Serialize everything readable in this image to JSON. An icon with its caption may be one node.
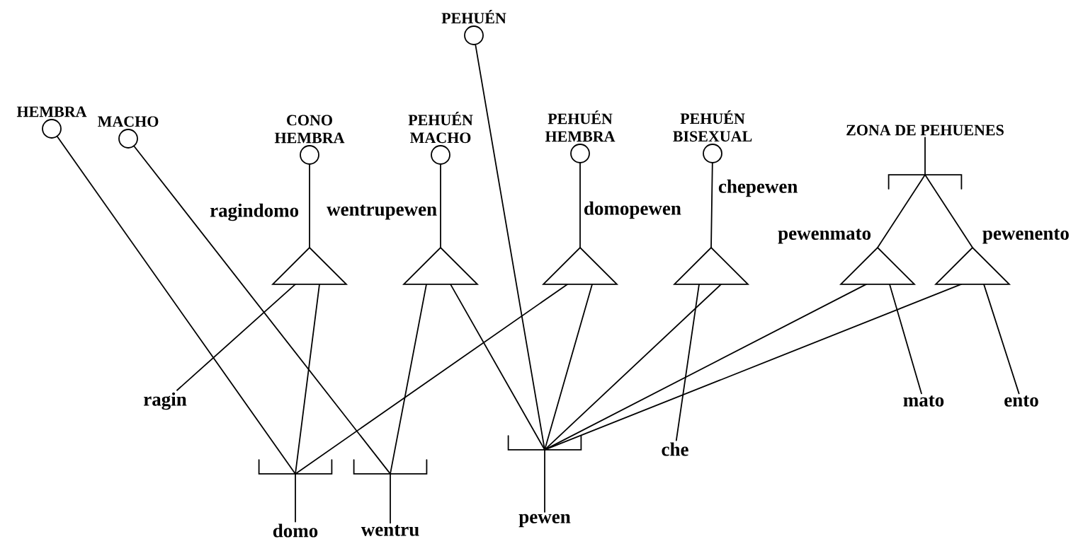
{
  "diagram": {
    "nodes": [
      {
        "text": [
          "PEHUÉN"
        ]
      },
      {
        "text": [
          "HEMBRA"
        ]
      },
      {
        "text": [
          "MACHO"
        ]
      },
      {
        "text": [
          "CONO HEMBRA"
        ]
      },
      {
        "text": [
          "PEHUÉN MACHO"
        ]
      },
      {
        "text": [
          "PEHUÉN HEMBRA"
        ]
      },
      {
        "text": [
          "PEHUÉN BISEXUAL"
        ]
      },
      {
        "text": [
          "ZONA DE PEHUENES"
        ]
      },
      {
        "text": [],
        "shape": "bracket"
      },
      {
        "text": [],
        "shape": "triangle"
      },
      {
        "text": [],
        "shape": "triangle"
      },
      {
        "text": [],
        "shape": "triangle"
      },
      {
        "text": [],
        "shape": "triangle"
      },
      {
        "text": [],
        "shape": "triangle"
      },
      {
        "text": [],
        "shape": "triangle"
      },
      {
        "text": [
          "ragin"
        ]
      },
      {
        "text": [
          "mato"
        ]
      },
      {
        "text": [
          "ento"
        ]
      },
      {
        "text": [],
        "shape": "bracket"
      },
      {
        "text": [
          "che"
        ]
      },
      {
        "text": [],
        "shape": "bracket"
      },
      {
        "text": [],
        "shape": "bracket"
      },
      {
        "text": [
          "pewen"
        ]
      },
      {
        "text": [
          "domo"
        ]
      },
      {
        "text": [
          "wentru"
        ]
      }
    ],
    "edges": [
      {
        "from": 3,
        "to": 9,
        "arrow": "none",
        "label": "ragindomo"
      },
      {
        "from": 4,
        "to": 10,
        "arrow": "none",
        "label": "wentrupewen"
      },
      {
        "from": 5,
        "to": 11,
        "arrow": "none",
        "label": "domopewen"
      },
      {
        "from": 6,
        "to": 12,
        "arrow": "none",
        "label": "chepewen"
      },
      {
        "from": 7,
        "to": 8,
        "arrow": "none"
      },
      {
        "from": 8,
        "to": 13,
        "arrow": "none",
        "label": "pewenmato"
      },
      {
        "from": 8,
        "to": 14,
        "arrow": "none",
        "label": "pewenento"
      },
      {
        "from": 1,
        "to": 20,
        "arrow": "none"
      },
      {
        "from": 2,
        "to": 21,
        "arrow": "none"
      },
      {
        "from": 0,
        "to": 18,
        "arrow": "none"
      },
      {
        "from": 9,
        "to": 15,
        "arrow": "none"
      },
      {
        "from": 9,
        "to": 20,
        "arrow": "none"
      },
      {
        "from": 10,
        "to": 21,
        "arrow": "none"
      },
      {
        "from": 10,
        "to": 18,
        "arrow": "none"
      },
      {
        "from": 11,
        "to": 20,
        "arrow": "none"
      },
      {
        "from": 11,
        "to": 18,
        "arrow": "none"
      },
      {
        "from": 12,
        "to": 18,
        "arrow": "none"
      },
      {
        "from": 12,
        "to": 19,
        "arrow": "none"
      },
      {
        "from": 13,
        "to": 18,
        "arrow": "none"
      },
      {
        "from": 13,
        "to": 16,
        "arrow": "none"
      },
      {
        "from": 14,
        "to": 18,
        "arrow": "none"
      },
      {
        "from": 14,
        "to": 17,
        "arrow": "none"
      },
      {
        "from": 20,
        "to": 23,
        "arrow": "none"
      },
      {
        "from": 21,
        "to": 24,
        "arrow": "none"
      },
      {
        "from": 18,
        "to": 22,
        "arrow": "none"
      }
    ]
  }
}
